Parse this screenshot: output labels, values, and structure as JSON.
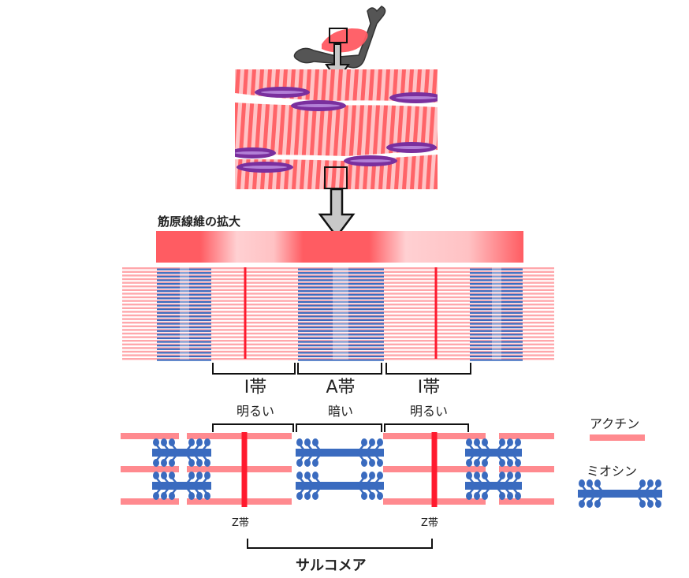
{
  "diagram": {
    "title": "Muscle structure: from muscle to sarcomere",
    "magnify_label": "筋原線維の拡大",
    "bands": [
      {
        "name": "I帯",
        "desc": "明るい"
      },
      {
        "name": "A帯",
        "desc": "暗い"
      },
      {
        "name": "I帯",
        "desc": "明るい"
      }
    ],
    "z_labels": [
      "Z帯",
      "Z帯"
    ],
    "sarcomere_label": "サルコメア",
    "legend": {
      "actin": "アクチン",
      "myosin": "ミオシン"
    },
    "colors": {
      "actin": "#ff8a8f",
      "myosin": "#3a6bbf",
      "z_line": "#ff1a2e",
      "fiber_light": "#ffc4c6",
      "fiber_dark": "#ff6468",
      "nucleus": "#7a2f9e",
      "arrow_fill": "#c8c8c8",
      "bone": "#555555"
    },
    "icons": [
      "arm-bone-icon",
      "down-arrow-icon",
      "zoom-box-icon"
    ]
  }
}
